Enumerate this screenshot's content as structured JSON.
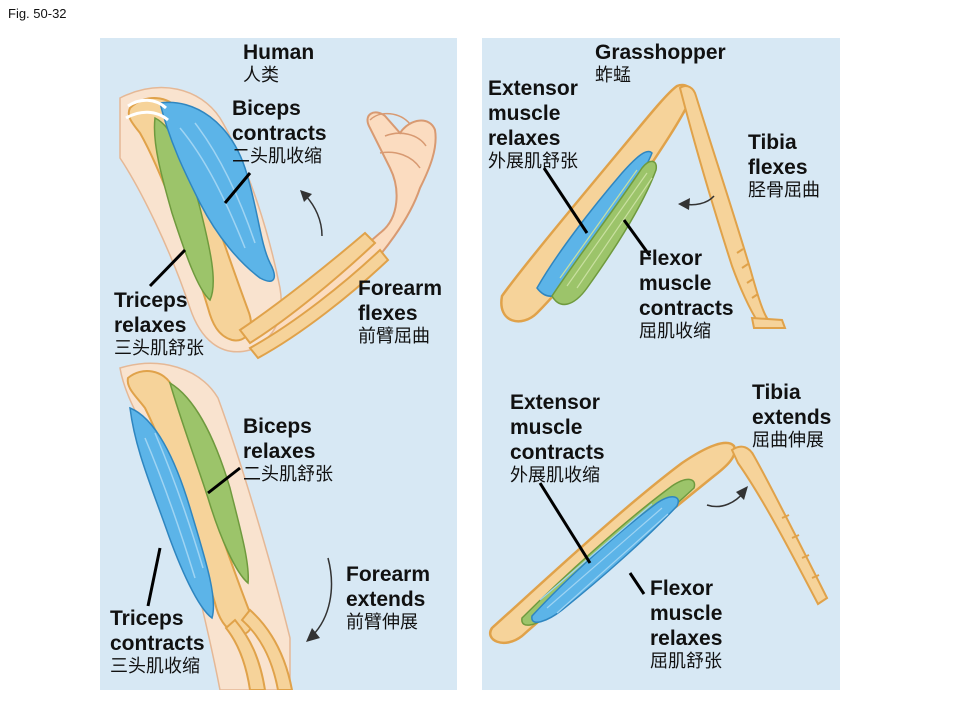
{
  "figure_label": "Fig. 50-32",
  "human": {
    "title": "Human",
    "title_zh": "人类",
    "top": {
      "biceps_en": [
        "Biceps",
        "contracts"
      ],
      "biceps_zh": "二头肌收缩",
      "triceps_en": [
        "Triceps",
        "relaxes"
      ],
      "triceps_zh": "三头肌舒张",
      "forearm_en": [
        "Forearm",
        "flexes"
      ],
      "forearm_zh": "前臂屈曲"
    },
    "bottom": {
      "biceps_en": [
        "Biceps",
        "relaxes"
      ],
      "biceps_zh": "二头肌舒张",
      "triceps_en": [
        "Triceps",
        "contracts"
      ],
      "triceps_zh": "三头肌收缩",
      "forearm_en": [
        "Forearm",
        "extends"
      ],
      "forearm_zh": "前臂伸展"
    }
  },
  "grasshopper": {
    "title": "Grasshopper",
    "title_zh": "蚱蜢",
    "top": {
      "extensor_en": [
        "Extensor",
        "muscle",
        "relaxes"
      ],
      "extensor_zh": "外展肌舒张",
      "tibia_en": [
        "Tibia",
        "flexes"
      ],
      "tibia_zh": "胫骨屈曲",
      "flexor_en": [
        "Flexor",
        "muscle",
        "contracts"
      ],
      "flexor_zh": "屈肌收缩"
    },
    "bottom": {
      "extensor_en": [
        "Extensor",
        "muscle",
        "contracts"
      ],
      "extensor_zh": "外展肌收缩",
      "tibia_en": [
        "Tibia",
        "extends"
      ],
      "tibia_zh": "屈曲伸展",
      "flexor_en": [
        "Flexor",
        "muscle",
        "relaxes"
      ],
      "flexor_zh": "屈肌舒张"
    }
  },
  "colors": {
    "panel_bg": "#d7e8f4",
    "bone": "#f6d39a",
    "bone_outline": "#e0a24a",
    "muscle_blue": "#5cb4e8",
    "muscle_green": "#9cc46a",
    "skin": "#fbdcc0",
    "skin_outline": "#d89a72"
  }
}
